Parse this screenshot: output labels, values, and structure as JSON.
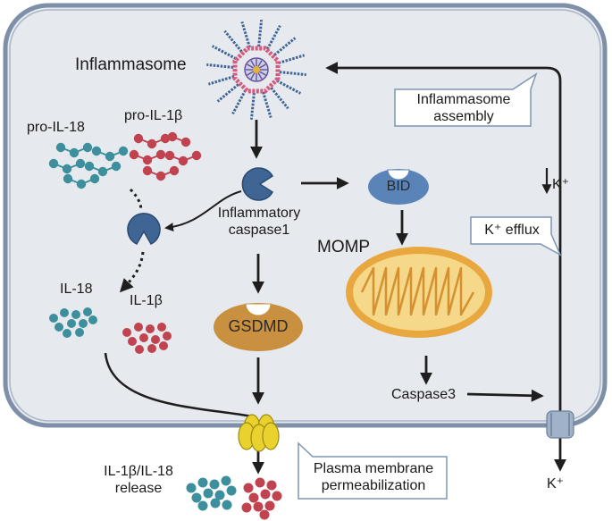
{
  "colors": {
    "cell_fill": "#e6e9ee",
    "cell_border": "#7e8fa8",
    "arrow": "#1e1e1e",
    "caspase": "#3f6595",
    "il18": "#3e8f9d",
    "il1b": "#c0434f",
    "gsdmd": "#c9913f",
    "bid": "#5a84b8",
    "mito_outer": "#e9a83f",
    "mito_inner": "#f5d889",
    "pore": "#ead22e",
    "channel": "#9fb2c8",
    "callout_border": "#7e95b3"
  },
  "labels": {
    "inflammasome": "Inflammasome",
    "pro_il18": "pro-IL-18",
    "pro_il1b": "pro-IL-1β",
    "inflammatory_caspase": "Inflammatory\ncaspase1",
    "bid": "BID",
    "momp": "MOMP",
    "il18": "IL-18",
    "il1b": "IL-1β",
    "gsdmd": "GSDMD",
    "caspase3": "Caspase3",
    "k_plus_inside": "K⁺",
    "k_plus_outside": "K⁺",
    "release": "IL-1β/IL-18\nrelease"
  },
  "callouts": {
    "inflammasome_assembly": "Inflammasome\nassembly",
    "k_efflux": "K⁺ efflux",
    "plasma_membrane": "Plasma membrane\npermeabilization"
  },
  "icons": [
    "inflammasome-icon",
    "caspase-icon",
    "bid-icon",
    "mitochondrion-icon",
    "gsdmd-icon",
    "gsdmd-pore-icon",
    "potassium-channel-icon"
  ]
}
